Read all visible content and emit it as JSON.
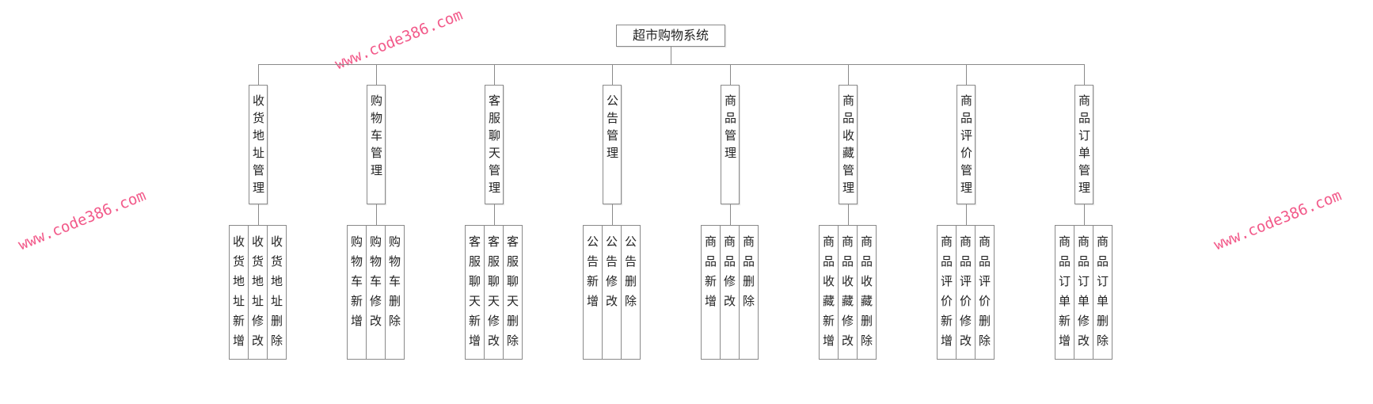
{
  "root": "超市购物系统",
  "line_color": "#8a8a8a",
  "watermark_color": "#f25a8a",
  "watermark": "www.code386.com",
  "modules": [
    {
      "name": "收货地址管理",
      "children": [
        "收货地址新增",
        "收货地址修改",
        "收货地址删除"
      ]
    },
    {
      "name": "购物车管理",
      "children": [
        "购物车新增",
        "购物车修改",
        "购物车删除"
      ]
    },
    {
      "name": "客服聊天管理",
      "children": [
        "客服聊天新增",
        "客服聊天修改",
        "客服聊天删除"
      ]
    },
    {
      "name": "公告管理",
      "children": [
        "公告新增",
        "公告修改",
        "公告删除"
      ]
    },
    {
      "name": "商品管理",
      "children": [
        "商品新增",
        "商品修改",
        "商品删除"
      ]
    },
    {
      "name": "商品收藏管理",
      "children": [
        "商品收藏新增",
        "商品收藏修改",
        "商品收藏删除"
      ]
    },
    {
      "name": "商品评价管理",
      "children": [
        "商品评价新增",
        "商品评价修改",
        "商品评价删除"
      ]
    },
    {
      "name": "商品订单管理",
      "children": [
        "商品订单新增",
        "商品订单修改",
        "商品订单删除"
      ]
    }
  ]
}
